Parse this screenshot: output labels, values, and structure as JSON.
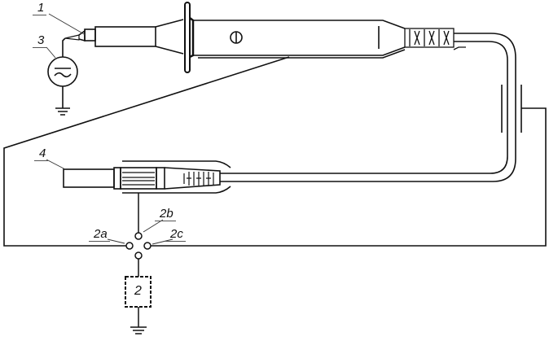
{
  "labels": {
    "probe": "1",
    "source": "3",
    "ground_probe": "4",
    "point_2a": "2a",
    "point_2b": "2b",
    "point_2c": "2c",
    "device": "2"
  },
  "colors": {
    "line": "#111111",
    "background": "#ffffff"
  }
}
